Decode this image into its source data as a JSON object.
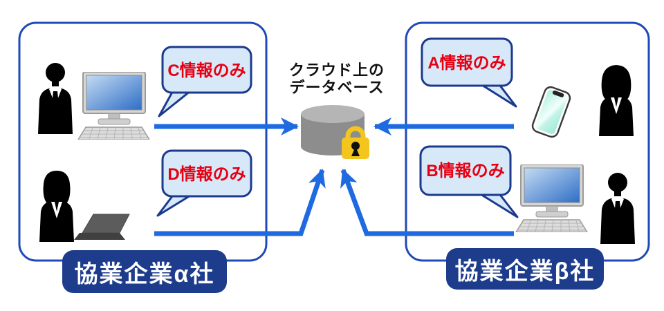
{
  "title": {
    "line1": "クラウド上の",
    "line2": "データベース"
  },
  "companies": [
    {
      "label": "協業企業α社",
      "members": [
        {
          "person": "businessman",
          "device": "desktop-computer",
          "bubble": "C情報のみ"
        },
        {
          "person": "businesswoman",
          "device": "laptop",
          "bubble": "D情報のみ"
        }
      ]
    },
    {
      "label": "協業企業β社",
      "members": [
        {
          "person": "businesswoman",
          "device": "smartphone",
          "bubble": "A情報のみ"
        },
        {
          "person": "businessman",
          "device": "desktop-computer",
          "bubble": "B情報のみ"
        }
      ]
    }
  ],
  "database": {
    "icon": "database-cylinder-icon",
    "lock_icon": "padlock-icon",
    "secured": true
  },
  "icons": [
    "database-cylinder-icon",
    "padlock-icon",
    "businessman-icon",
    "businesswoman-icon",
    "desktop-computer-icon",
    "laptop-icon",
    "smartphone-icon",
    "arrow-right-icon",
    "arrow-left-icon",
    "arrow-up-icon"
  ],
  "colors": {
    "arrow_blue": "#1e6ae0",
    "box_border": "#1e49b8",
    "bubble_fill": "#d7e8f8",
    "bubble_border": "#1b3a8e",
    "bubble_text": "#e60012",
    "badge_bg": "#1d3c8c",
    "badge_text": "#ffffff",
    "cylinder_body": "#8d8d8d",
    "cylinder_top": "#b5b5b5",
    "lock_yellow": "#f3c51d",
    "title_text": "#111111"
  }
}
